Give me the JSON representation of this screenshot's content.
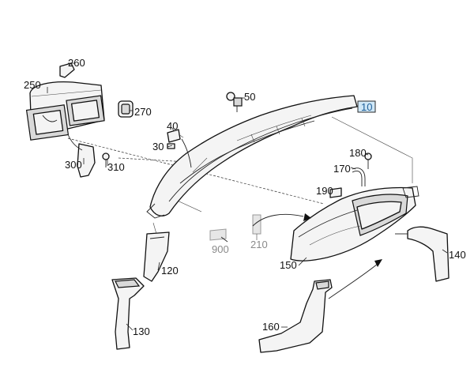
{
  "labels": {
    "p10": "10",
    "p30": "30",
    "p40": "40",
    "p50": "50",
    "p120": "120",
    "p130": "130",
    "p140": "140",
    "p150": "150",
    "p160": "160",
    "p170": "170",
    "p180": "180",
    "p190": "190",
    "p210": "210",
    "p250": "250",
    "p260": "260",
    "p270": "270",
    "p300": "300",
    "p310": "310",
    "p900": "900"
  },
  "colors": {
    "highlight_fill": "#cfe7f7",
    "highlight_text": "#1f5f99",
    "greyed_text": "#8a8a8a"
  }
}
